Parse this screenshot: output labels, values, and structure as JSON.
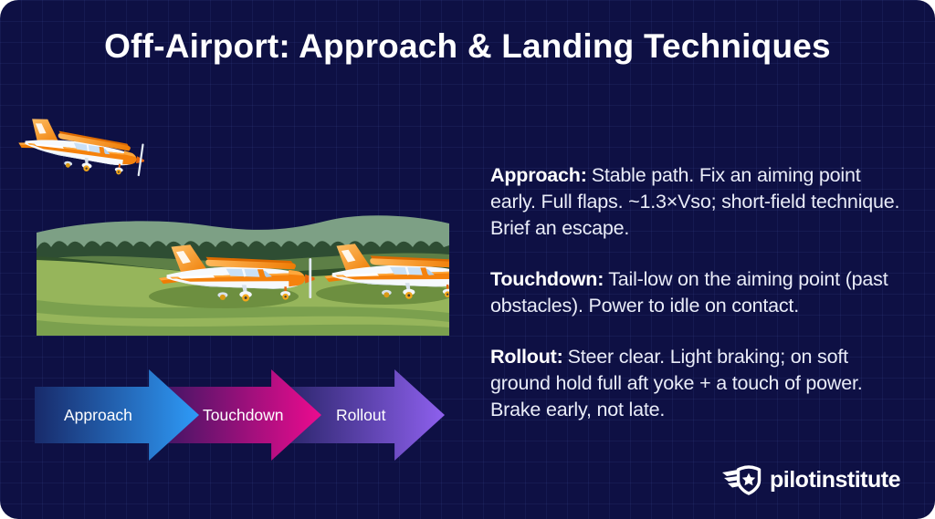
{
  "title": "Off-Airport: Approach & Landing Techniques",
  "notes": [
    {
      "label": "Approach:",
      "text": "Stable path. Fix an aiming point early. Full flaps. ~1.3×Vso; short-field technique. Brief an escape."
    },
    {
      "label": "Touchdown:",
      "text": "Tail-low on the aiming point (past obstacles). Power to idle on contact."
    },
    {
      "label": "Rollout:",
      "text": "Steer clear. Light braking; on soft ground hold full aft yoke + a touch of power. Brake early, not late."
    }
  ],
  "flow_steps": [
    {
      "label": "Approach",
      "gradient_start": "#182a6a",
      "gradient_end": "#2e9bf8"
    },
    {
      "label": "Touchdown",
      "gradient_start": "#3b1663",
      "gradient_end": "#ec0b8f"
    },
    {
      "label": "Rollout",
      "gradient_start": "#272366",
      "gradient_end": "#8e60ee"
    }
  ],
  "brand": {
    "name": "pilotinstitute"
  },
  "illustration": {
    "parked_planes": 2,
    "palette": {
      "background": "#0e1044",
      "grass": "#96b55b",
      "far_hill": "#7da085",
      "trees": "#2e4d33",
      "plane_orange": "#f5820d"
    }
  }
}
